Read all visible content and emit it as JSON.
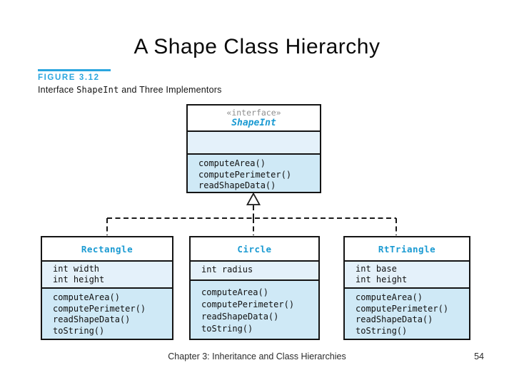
{
  "slide": {
    "title": "A Shape Class Hierarchy"
  },
  "figure": {
    "label": "FIGURE 3.12",
    "caption_prefix": "Interface ",
    "caption_code": "ShapeInt",
    "caption_suffix": " and Three Implementors"
  },
  "diagram": {
    "interface": {
      "stereotype": "«interface»",
      "name": "ShapeInt",
      "methods": [
        "computeArea()",
        "computePerimeter()",
        "readShapeData()"
      ]
    },
    "classes": [
      {
        "name": "Rectangle",
        "attributes": [
          "int width",
          "int height"
        ],
        "methods": [
          "computeArea()",
          "computePerimeter()",
          "readShapeData()",
          "toString()"
        ]
      },
      {
        "name": "Circle",
        "attributes": [
          "int radius"
        ],
        "methods": [
          "computeArea()",
          "computePerimeter()",
          "readShapeData()",
          "toString()"
        ]
      },
      {
        "name": "RtTriangle",
        "attributes": [
          "int base",
          "int height"
        ],
        "methods": [
          "computeArea()",
          "computePerimeter()",
          "readShapeData()",
          "toString()"
        ]
      }
    ]
  },
  "footer": {
    "text": "Chapter 3: Inheritance and Class Hierarchies",
    "page_number": "54"
  },
  "colors": {
    "accent_blue": "#2ba6df",
    "class_name_blue": "#1a9ad2",
    "attr_compartment_fill": "#e4f1fa",
    "method_compartment_fill": "#cfe9f6",
    "border": "#141414",
    "stereotype_gray": "#8e8e8e"
  }
}
